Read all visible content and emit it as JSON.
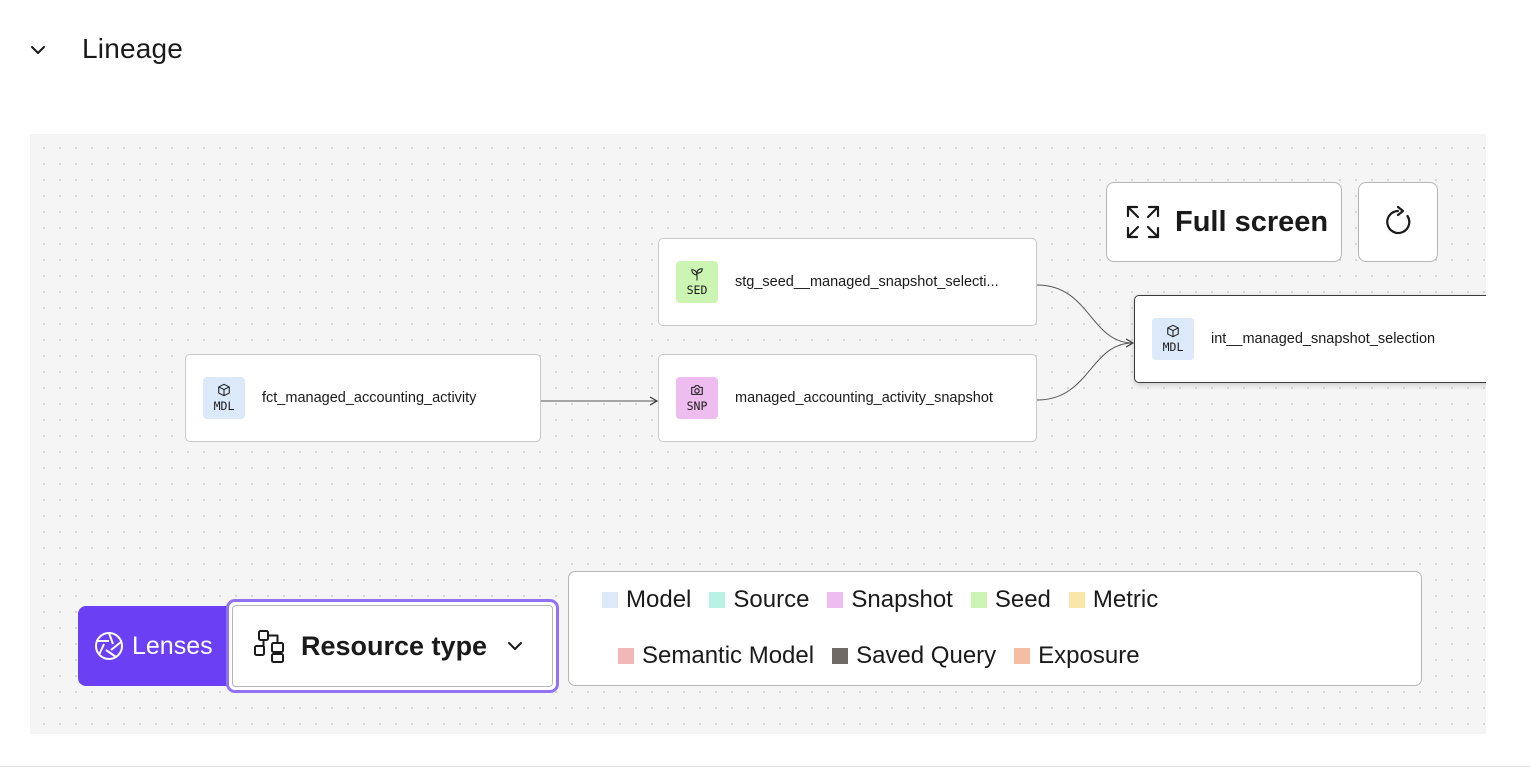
{
  "section": {
    "title": "Lineage",
    "collapse_icon": "chevron-down-icon"
  },
  "toolbar": {
    "fullscreen_label": "Full screen",
    "fullscreen_icon": "expand-icon",
    "refresh_icon": "refresh-icon"
  },
  "nodes": [
    {
      "id": "fct",
      "badge": "MDL",
      "badge_icon": "cube-icon",
      "badge_color": "#dbe9fb",
      "label": "fct_managed_accounting_activity"
    },
    {
      "id": "seed",
      "badge": "SED",
      "badge_icon": "sprout-icon",
      "badge_color": "#ccf5b3",
      "label": "stg_seed__managed_snapshot_selecti..."
    },
    {
      "id": "snap",
      "badge": "SNP",
      "badge_icon": "camera-icon",
      "badge_color": "#eebcee",
      "label": "managed_accounting_activity_snapshot"
    },
    {
      "id": "int",
      "badge": "MDL",
      "badge_icon": "cube-icon",
      "badge_color": "#dbe9fb",
      "label": "int__managed_snapshot_selection",
      "selected": true
    }
  ],
  "edges": [
    {
      "from": "fct",
      "to": "snap"
    },
    {
      "from": "seed",
      "to": "int"
    },
    {
      "from": "snap",
      "to": "int"
    }
  ],
  "lenses": {
    "label": "Lenses",
    "icon": "aperture-icon",
    "color": "#6b3ff4"
  },
  "resource_select": {
    "label": "Resource type",
    "icon": "hierarchy-icon",
    "chevron_icon": "chevron-down-icon"
  },
  "legend": {
    "row1": [
      {
        "label": "Model",
        "color": "#dbe9fb"
      },
      {
        "label": "Source",
        "color": "#b6f3e6"
      },
      {
        "label": "Snapshot",
        "color": "#eebcee"
      },
      {
        "label": "Seed",
        "color": "#ccf5b3"
      },
      {
        "label": "Metric",
        "color": "#f8e7a8"
      }
    ],
    "row2": [
      {
        "label": "Semantic Model",
        "color": "#f2b8b8"
      },
      {
        "label": "Saved Query",
        "color": "#6f6a66"
      },
      {
        "label": "Exposure",
        "color": "#f5bda4"
      }
    ]
  }
}
